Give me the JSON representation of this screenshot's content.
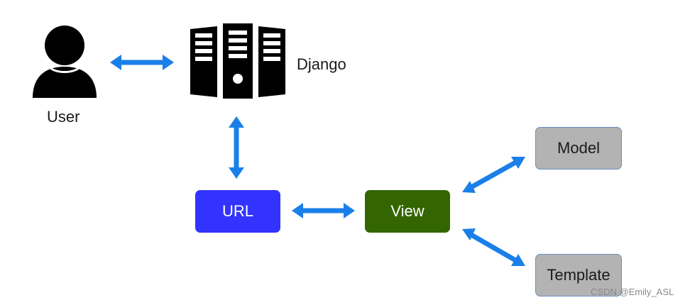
{
  "nodes": {
    "user": {
      "label": "User"
    },
    "django": {
      "label": "Django"
    },
    "url": {
      "label": "URL",
      "fill": "#3333ff"
    },
    "view": {
      "label": "View",
      "fill": "#336600"
    },
    "model": {
      "label": "Model",
      "fill": "#b3b3b3"
    },
    "template": {
      "label": "Template",
      "fill": "#b3b3b3"
    }
  },
  "colors": {
    "arrow": "#1a7fe8",
    "icon": "#000000",
    "box_border": "#6c8ebf"
  },
  "icons": {
    "user": "person-icon",
    "django": "server-icon"
  },
  "watermark": "CSDN @Emily_ASL"
}
